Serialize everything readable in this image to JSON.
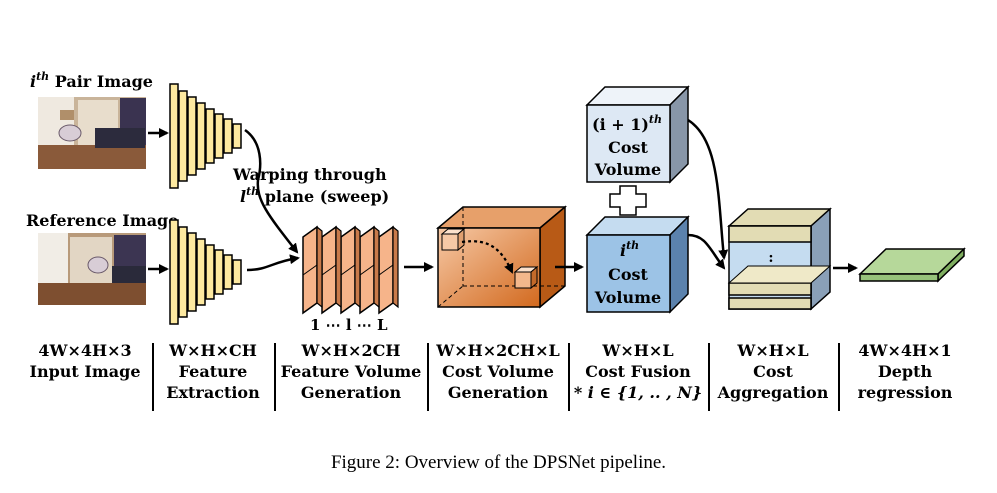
{
  "labels": {
    "pair_image": "i",
    "pair_image_sup": "th",
    "pair_image_rest": " Pair Image",
    "reference_image": "Reference Image",
    "warping_line1": "Warping through",
    "warping_l": "l",
    "warping_sup": "th",
    "warping_rest": " plane (sweep)",
    "sweep_index": "1 ⋯ l ⋯ L",
    "next_cost_volume_i": "(i + 1)",
    "next_cost_volume_sup": "th",
    "next_cost_volume_l2": "Cost",
    "next_cost_volume_l3": "Volume",
    "cur_cost_volume_i": "i",
    "cur_cost_volume_sup": "th",
    "cur_cost_volume_l2": "Cost",
    "cur_cost_volume_l3": "Volume",
    "aggregation_dots": ":"
  },
  "stages": [
    {
      "dim": "4W×4H×3",
      "l1": "Input Image",
      "l2": ""
    },
    {
      "dim": "W×H×CH",
      "l1": "Feature",
      "l2": "Extraction"
    },
    {
      "dim": "W×H×2CH",
      "l1": "Feature Volume",
      "l2": "Generation"
    },
    {
      "dim": "W×H×2CH×L",
      "l1": "Cost Volume",
      "l2": "Generation"
    },
    {
      "dim": "W×H×L",
      "l1": "Cost Fusion",
      "l2": "* i ∈ {1, .. , N}"
    },
    {
      "dim": "W×H×L",
      "l1": "Cost",
      "l2": "Aggregation"
    },
    {
      "dim": "4W×4H×1",
      "l1": "Depth",
      "l2": "regression"
    }
  ],
  "caption": "Figure 2: Overview of the DPSNet pipeline.",
  "colors": {
    "encoder_fill": "#fde9a0",
    "feature_slab": "#f6b48a",
    "cost_volume": "#d2691e",
    "cost_fusion_next": "#dde8f4",
    "cost_fusion_cur": "#9cc3e6",
    "aggregation_band": "#e2dcb4",
    "depth_map": "#b6d89a"
  }
}
